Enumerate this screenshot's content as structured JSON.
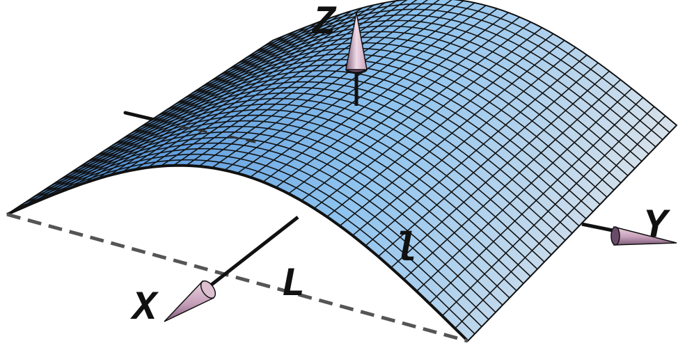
{
  "labels": {
    "z_axis": "Z",
    "y_axis": "Y",
    "x_axis": "X",
    "span": "L",
    "edge": "l"
  },
  "colors": {
    "surface_dark": "#4f8fd6",
    "surface_mid": "#8ec3ef",
    "surface_light": "#e2e6ea",
    "grid_line": "#111111",
    "chord": "#555555",
    "arrow_body": "#c7a0ba",
    "arrow_dark": "#7d5c7a"
  },
  "icons": {
    "z_arrow": "cone-arrow-icon",
    "y_arrow": "cone-arrow-icon",
    "x_arrow": "cone-arrow-icon"
  }
}
